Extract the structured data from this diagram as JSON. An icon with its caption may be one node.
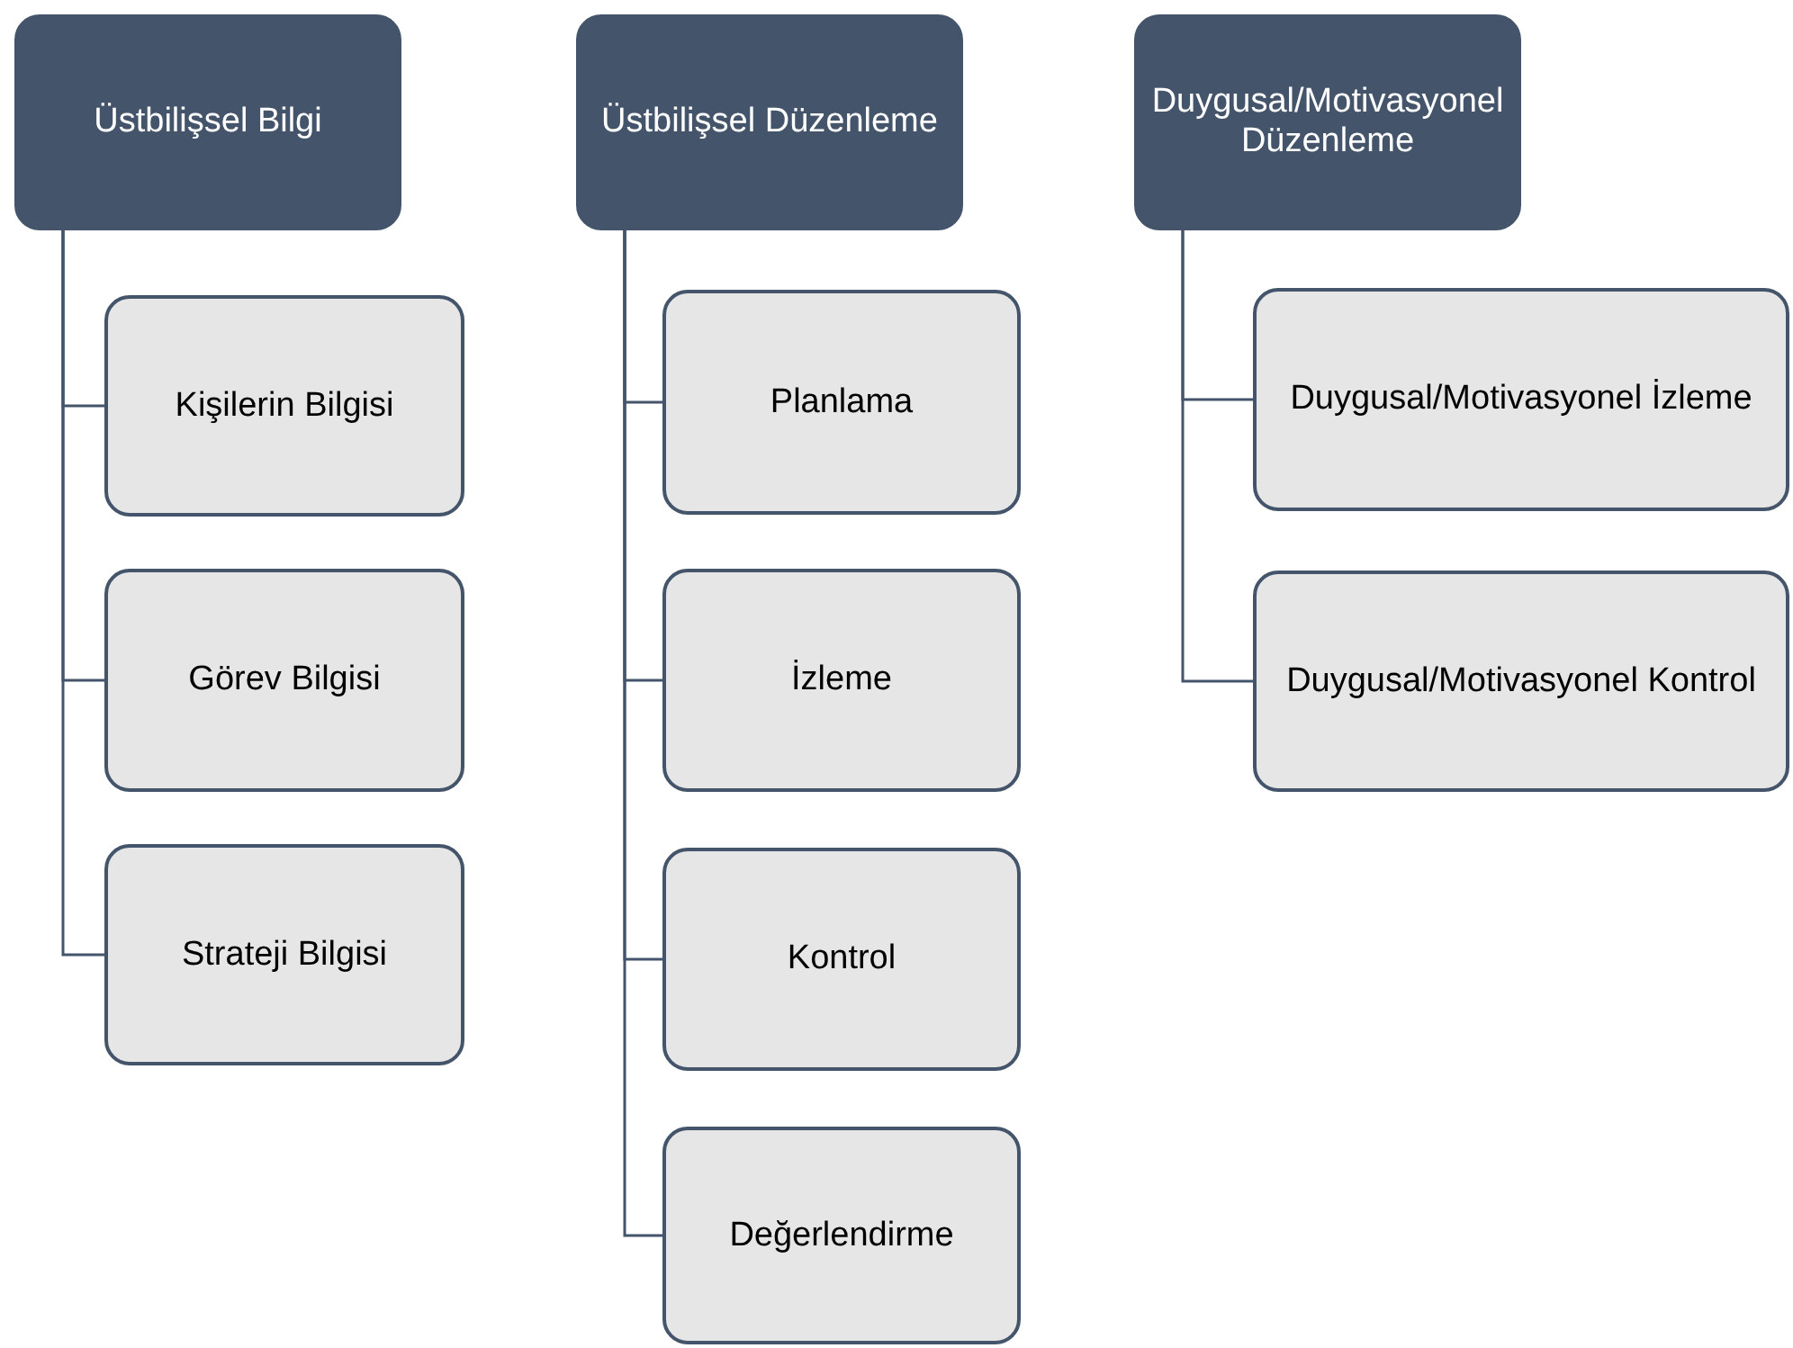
{
  "diagram": {
    "nodes": [
      {
        "text": [
          "Üstbilişsel Bilgi"
        ]
      },
      {
        "text": [
          "Kişilerin Bilgisi"
        ]
      },
      {
        "text": [
          "Görev Bilgisi"
        ]
      },
      {
        "text": [
          "Strateji Bilgisi"
        ]
      },
      {
        "text": [
          "Üstbilişsel Düzenleme"
        ]
      },
      {
        "text": [
          "Planlama"
        ]
      },
      {
        "text": [
          "İzleme"
        ]
      },
      {
        "text": [
          "Kontrol"
        ]
      },
      {
        "text": [
          "Değerlendirme"
        ]
      },
      {
        "text": [
          "Duygusal/Motivasyonel Düzenleme"
        ]
      },
      {
        "text": [
          "Duygusal/Motivasyonel İzleme"
        ]
      },
      {
        "text": [
          "Duygusal/Motivasyonel Kontrol"
        ]
      }
    ],
    "edges": [
      {
        "from": 0,
        "to": 1,
        "arrow": "none"
      },
      {
        "from": 0,
        "to": 2,
        "arrow": "none"
      },
      {
        "from": 0,
        "to": 3,
        "arrow": "none"
      },
      {
        "from": 4,
        "to": 5,
        "arrow": "none"
      },
      {
        "from": 4,
        "to": 6,
        "arrow": "none"
      },
      {
        "from": 4,
        "to": 7,
        "arrow": "none"
      },
      {
        "from": 4,
        "to": 8,
        "arrow": "none"
      },
      {
        "from": 9,
        "to": 10,
        "arrow": "none"
      },
      {
        "from": 9,
        "to": 11,
        "arrow": "none"
      }
    ]
  }
}
